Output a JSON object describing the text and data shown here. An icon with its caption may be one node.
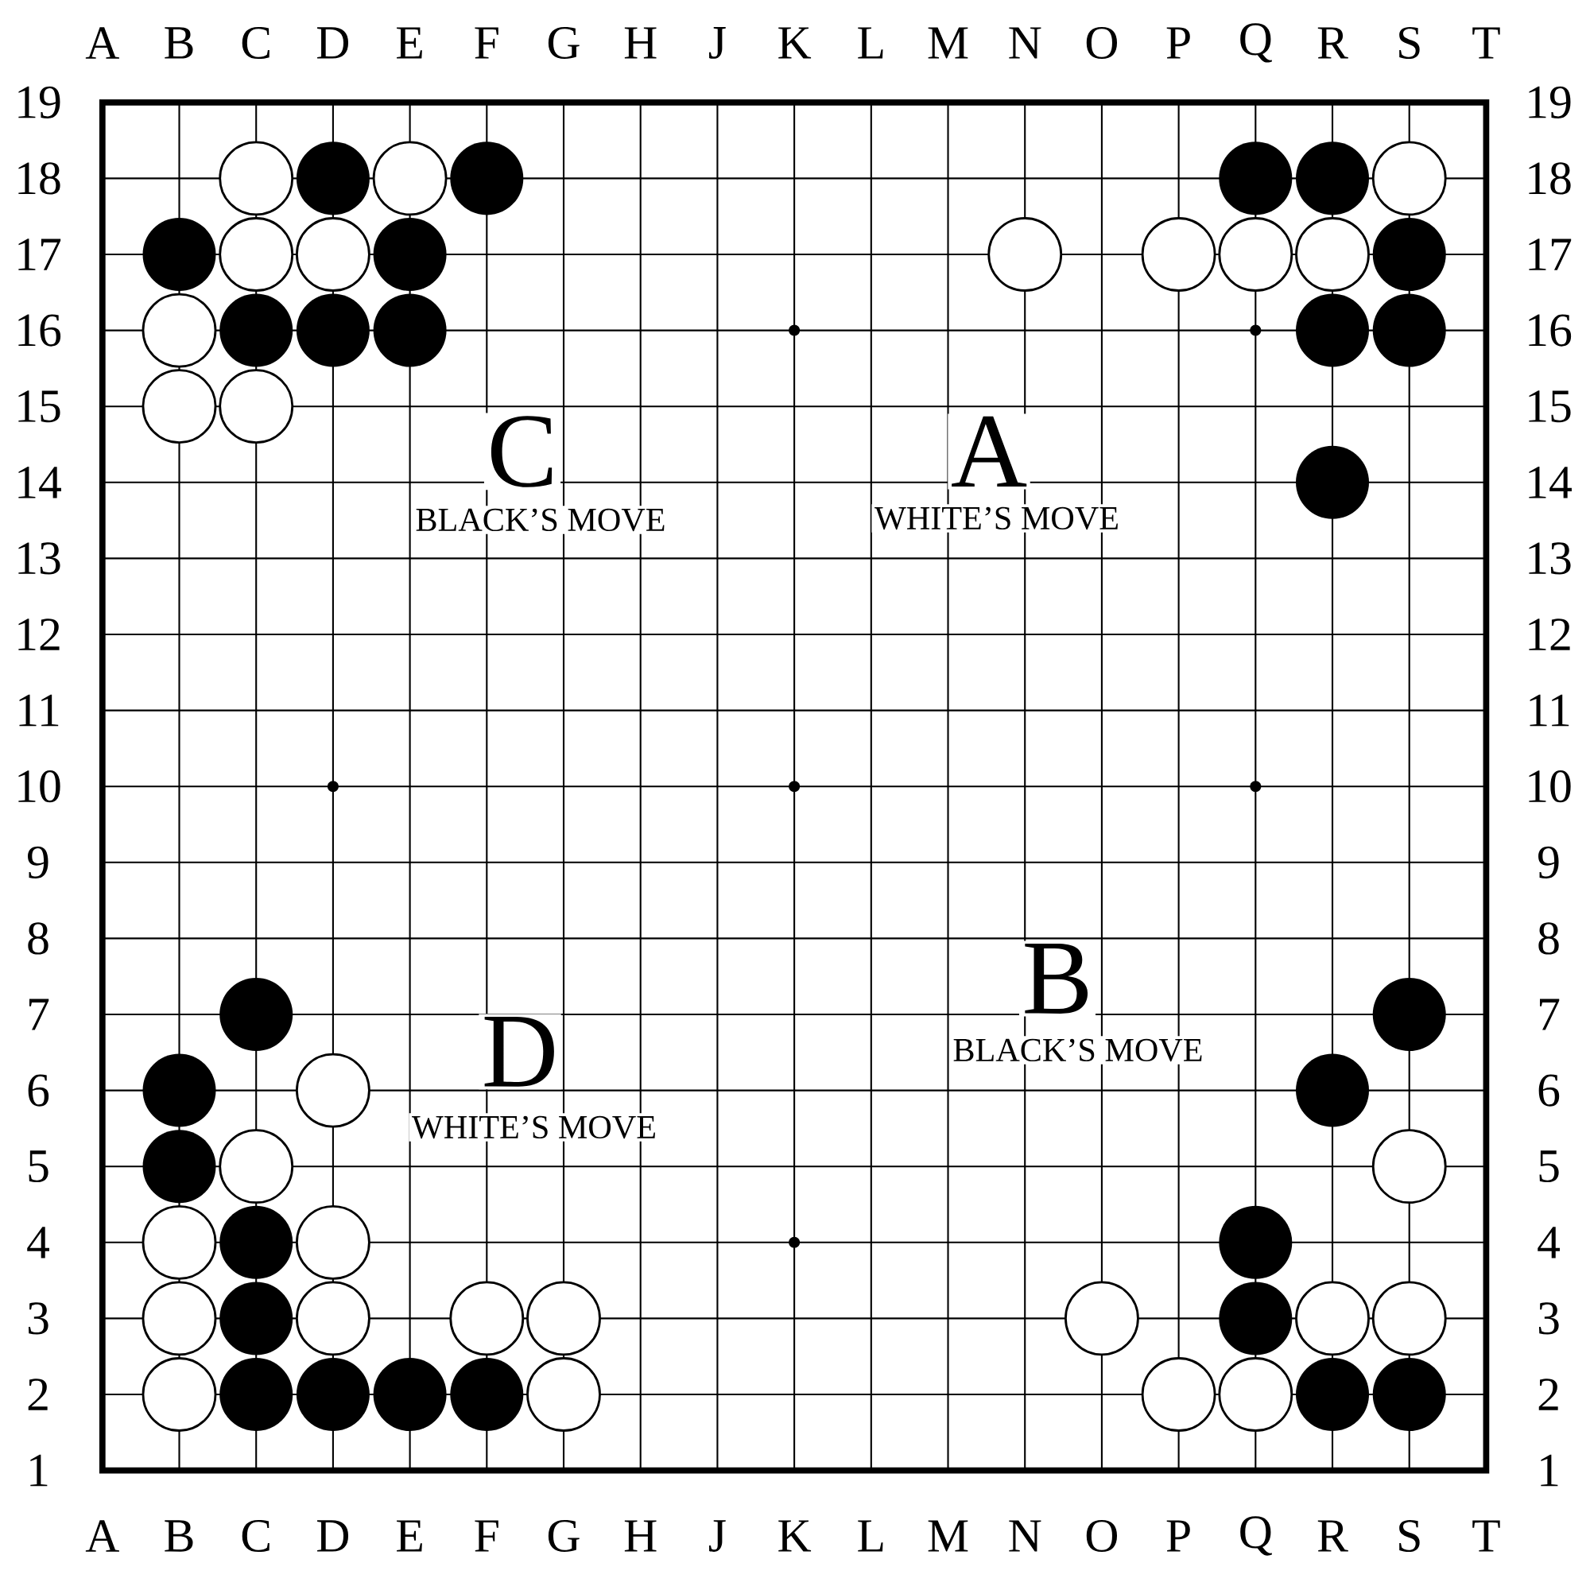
{
  "diagram": {
    "labels": [
      "A",
      "B",
      "C",
      "D",
      "E",
      "F",
      "G",
      "H",
      "J",
      "K",
      "L",
      "M",
      "N",
      "O",
      "P",
      "Q",
      "R",
      "S",
      "T",
      "19",
      "19",
      "18",
      "18",
      "17",
      "17",
      "16",
      "16",
      "15",
      "15",
      "14",
      "14",
      "13",
      "13",
      "12",
      "12",
      "11",
      "11",
      "10",
      "10",
      "9",
      "9",
      "8",
      "8",
      "7",
      "7",
      "6",
      "6",
      "5",
      "5",
      "4",
      "4",
      "3",
      "3",
      "2",
      "2",
      "1",
      "1",
      "A",
      "B",
      "C",
      "D",
      "E",
      "F",
      "G",
      "H",
      "J",
      "K",
      "L",
      "M",
      "N",
      "O",
      "P",
      "Q",
      "R",
      "S",
      "T",
      "C",
      "BLACK’S MOVE",
      "A",
      "WHITE’S MOVE",
      "B",
      "BLACK’S MOVE",
      "D",
      "WHITE’S MOVE"
    ]
  }
}
